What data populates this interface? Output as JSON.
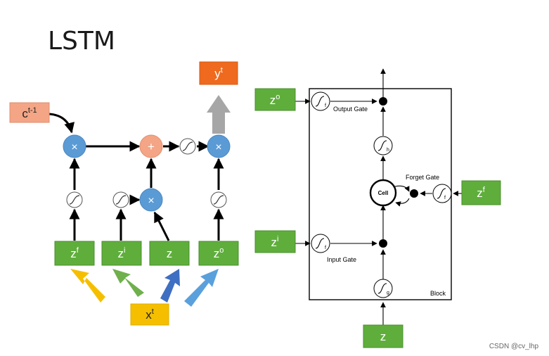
{
  "title": "LSTM",
  "watermark": "CSDN @cv_lhp",
  "colors": {
    "green": "#5fae3c",
    "green_border": "#4a8f2c",
    "orange": "#ef6a1e",
    "salmon": "#f4a585",
    "yellow": "#f5bf00",
    "blue_node": "#5b9bd5",
    "plus_node": "#f4a585",
    "line": "#000000",
    "grey_arrow": "#a6a6a6"
  },
  "left": {
    "c_prev": {
      "base": "c",
      "sup": "t-1"
    },
    "y_out": {
      "base": "y",
      "sup": "t"
    },
    "x_in": {
      "base": "x",
      "sup": "t"
    },
    "zf": {
      "base": "z",
      "sup": "f"
    },
    "zi": {
      "base": "z",
      "sup": "i"
    },
    "z": {
      "base": "z",
      "sup": ""
    },
    "zo": {
      "base": "z",
      "sup": "o"
    },
    "mult_symbol": "×",
    "plus_symbol": "+"
  },
  "right": {
    "zo": {
      "base": "z",
      "sup": "o"
    },
    "zf": {
      "base": "z",
      "sup": "f"
    },
    "zi": {
      "base": "z",
      "sup": "i"
    },
    "z": {
      "base": "z",
      "sup": ""
    },
    "output_gate": "Output Gate",
    "forget_gate": "Forget Gate",
    "input_gate": "Input Gate",
    "cell": "Cell",
    "block": "Block",
    "sub_f": "f",
    "sub_h": "h",
    "sub_g": "g"
  }
}
